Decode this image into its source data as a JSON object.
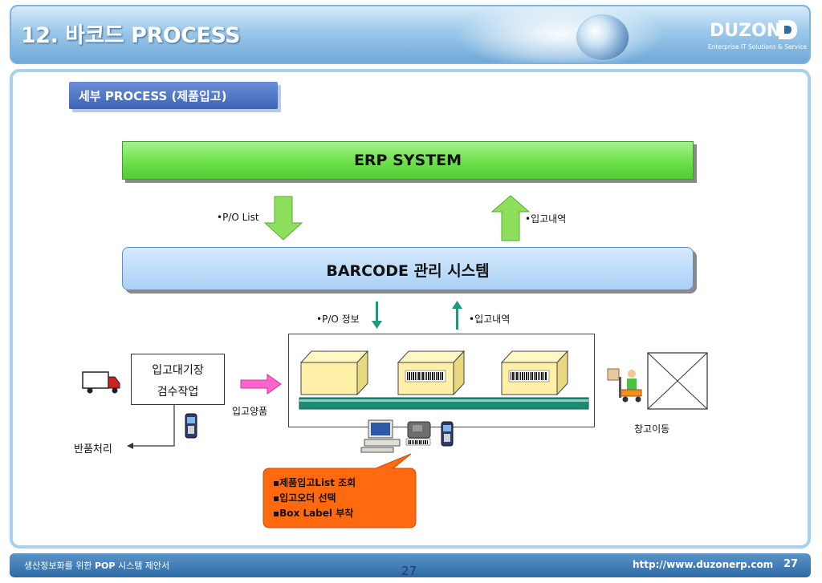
{
  "header": {
    "title": "12. 바코드 PROCESS",
    "logo_text": "DUZON",
    "logo_tagline": "Enterprise IT Solutions & Service"
  },
  "subtitle": "세부 PROCESS (제품입고)",
  "erp_system": {
    "label": "ERP SYSTEM"
  },
  "barcode_system": {
    "label": "BARCODE 관리 시스템"
  },
  "flows": {
    "po_list": "•P/O List",
    "receipt_history_upper": "•입고내역",
    "po_info": "•P/O 정보",
    "receipt_history_lower": "•입고내역"
  },
  "inspection_box": {
    "line1": "입고대기장",
    "line2": "검수작업"
  },
  "labels": {
    "good_receipt": "입고양품",
    "return_processing": "반품처리",
    "warehouse_transfer": "창고이동"
  },
  "callout": {
    "items": [
      "▪제품입고List 조회",
      "▪입고오더 선택",
      "▪Box Label 부착"
    ]
  },
  "footer": {
    "left_prefix": "생산정보화를 위한",
    "left_bold": "POP",
    "left_suffix": "시스템 제안서",
    "center_page": "27",
    "url": "http://www.duzonerp.com",
    "page": "27"
  },
  "colors": {
    "erp_green": "#6ce04a",
    "barcode_blue": "#a9d0f6",
    "down_arrow_green": "#8ee05c",
    "callout_orange": "#ff6a10",
    "teal_arrow": "#1a9a80",
    "pink_arrow": "#ff66cc"
  },
  "icons": [
    "truck-icon",
    "handheld-scanner-icon",
    "computer-icon",
    "barcode-printer-icon",
    "forklift-worker-icon",
    "storage-placeholder-icon",
    "globe-icon"
  ]
}
